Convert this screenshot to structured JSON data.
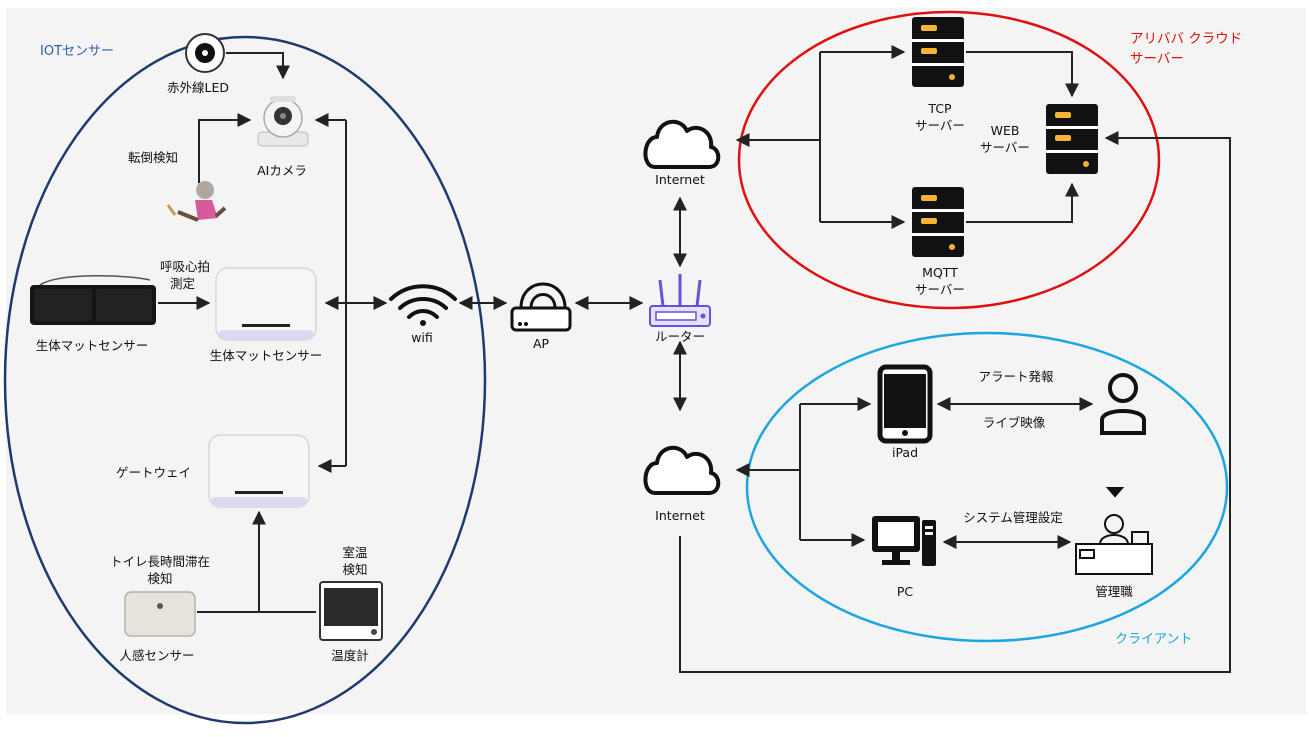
{
  "groups": {
    "iot": "IOTセンサー",
    "cloud_line1": "アリババ クラウド",
    "cloud_line2": "サーバー",
    "client": "クライアント"
  },
  "devices": {
    "infrared_led": "赤外線LED",
    "ai_camera": "AIカメラ",
    "fall_detect": "転倒検知",
    "bio_mat_sensor_left": "生体マットセンサー",
    "breathing_line1": "呼吸心拍",
    "breathing_line2": "測定",
    "bio_mat_sensor_hub": "生体マットセンサー",
    "gateway": "ゲートウェイ",
    "toilet_line1": "トイレ長時間滞在",
    "toilet_line2": "検知",
    "room_temp_line1": "室温",
    "room_temp_line2": "検知",
    "motion_sensor": "人感センサー",
    "thermometer": "温度計",
    "wifi": "wifi",
    "ap": "AP",
    "router": "ルーター",
    "internet_top": "Internet",
    "internet_bottom": "Internet"
  },
  "servers": {
    "tcp_line1": "TCP",
    "tcp_line2": "サーバー",
    "web_line1": "WEB",
    "web_line2": "サーバー",
    "mqtt_line1": "MQTT",
    "mqtt_line2": "サーバー"
  },
  "clients": {
    "ipad": "iPad",
    "alert": "アラート発報",
    "live_video": "ライブ映像",
    "pc": "PC",
    "system_mgmt": "システム管理設定",
    "manager": "管理職"
  },
  "colors": {
    "iot_ellipse": "#1f3a6e",
    "cloud_ellipse": "#e01010",
    "client_ellipse": "#1aa6e0",
    "router": "#6a4fd8",
    "server_accent": "#f5b335"
  }
}
